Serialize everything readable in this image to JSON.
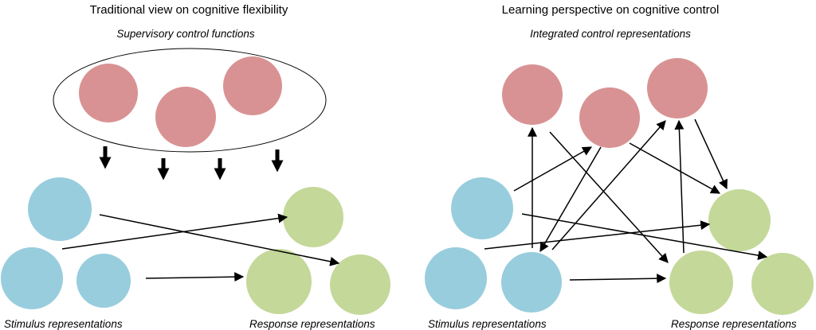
{
  "left": {
    "title": "Traditional view on cognitive flexibility",
    "subtitle": "Supervisory control functions",
    "stimulus_label": "Stimulus representations",
    "response_label": "Response representations"
  },
  "right": {
    "title": "Learning perspective on cognitive control",
    "subtitle": "Integrated control representations",
    "stimulus_label": "Stimulus representations",
    "response_label": "Response representations"
  },
  "colors": {
    "control": "#d99293",
    "stimulus": "#98cddd",
    "response": "#c4d899",
    "arrow": "#000000"
  }
}
